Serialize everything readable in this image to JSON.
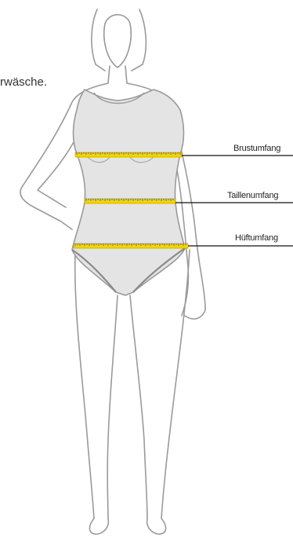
{
  "intro_text": "rwäsche.",
  "labels": {
    "bust": "Brustumfang",
    "waist": "Taillenumfang",
    "hip": "Hüftumfang"
  },
  "colors": {
    "tape": "#f2d21a",
    "tape_ticks": "#5a4a00",
    "outline": "#9a9a9a",
    "body_fill": "#e4e4e4",
    "leader_line": "#111111"
  }
}
